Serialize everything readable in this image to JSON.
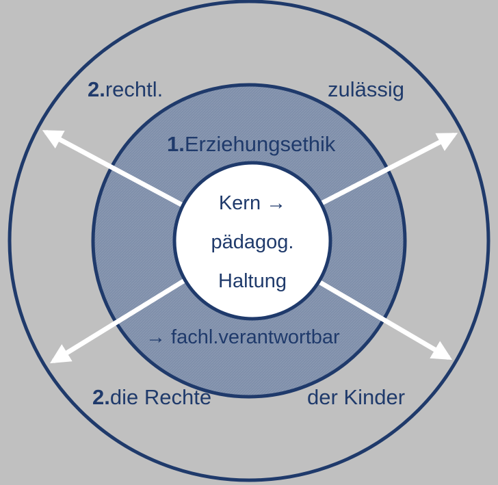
{
  "outer_ring": {
    "top_left": {
      "number": "2.",
      "text": "rechtl."
    },
    "top_right": {
      "text": "zulässig"
    },
    "bottom_left": {
      "number": "2.",
      "text": "die Rechte"
    },
    "bottom_right": {
      "text": "der Kinder"
    }
  },
  "middle_ring": {
    "top": {
      "number": "1.",
      "text": "Erziehungsethik"
    },
    "bottom": {
      "text": "→ fachl.verantwortbar"
    }
  },
  "core": {
    "line1": "Kern →",
    "line2": "pädagog.",
    "line3": "Haltung"
  },
  "colors": {
    "background": "#c0c0c0",
    "navy": "#1f3a6b",
    "middle_fill": "#7e8ea9",
    "white": "#ffffff"
  }
}
